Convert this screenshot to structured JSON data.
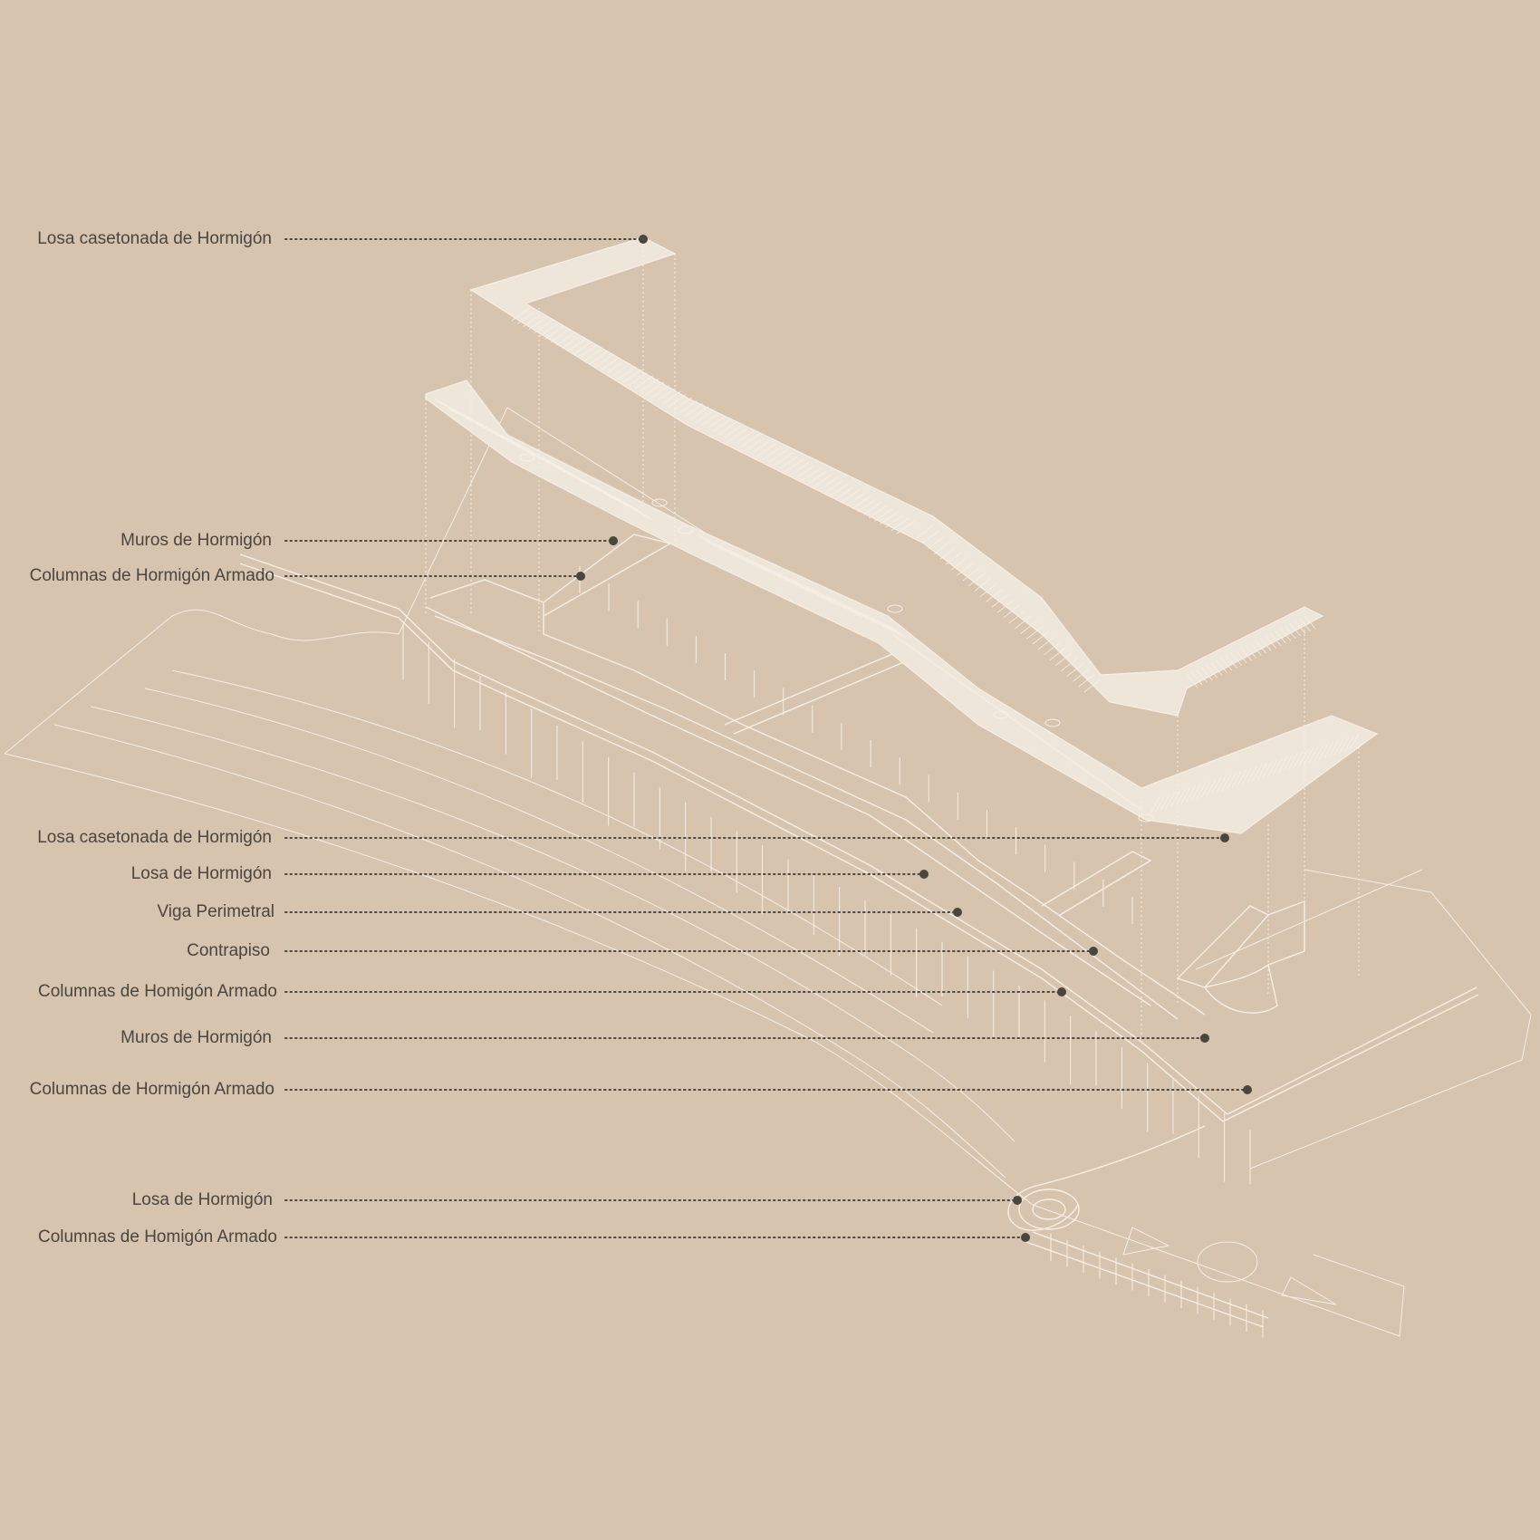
{
  "colors": {
    "background": "#d6c4af",
    "linework": "#f6efe6",
    "text": "#4a453f"
  },
  "callouts": [
    {
      "text": "Losa casetonada de Hormigón"
    },
    {
      "text": "Muros de Hormigón"
    },
    {
      "text": "Columnas de Hormigón Armado"
    },
    {
      "text": "Losa casetonada de Hormigón"
    },
    {
      "text": "Losa de Hormigón"
    },
    {
      "text": "Viga Perimetral"
    },
    {
      "text": "Contrapiso"
    },
    {
      "text": "Columnas de Homigón Armado"
    },
    {
      "text": "Muros de Hormigón"
    },
    {
      "text": "Columnas de Hormigón Armado"
    },
    {
      "text": "Losa de Hormigón"
    },
    {
      "text": "Columnas de Homigón Armado"
    }
  ]
}
